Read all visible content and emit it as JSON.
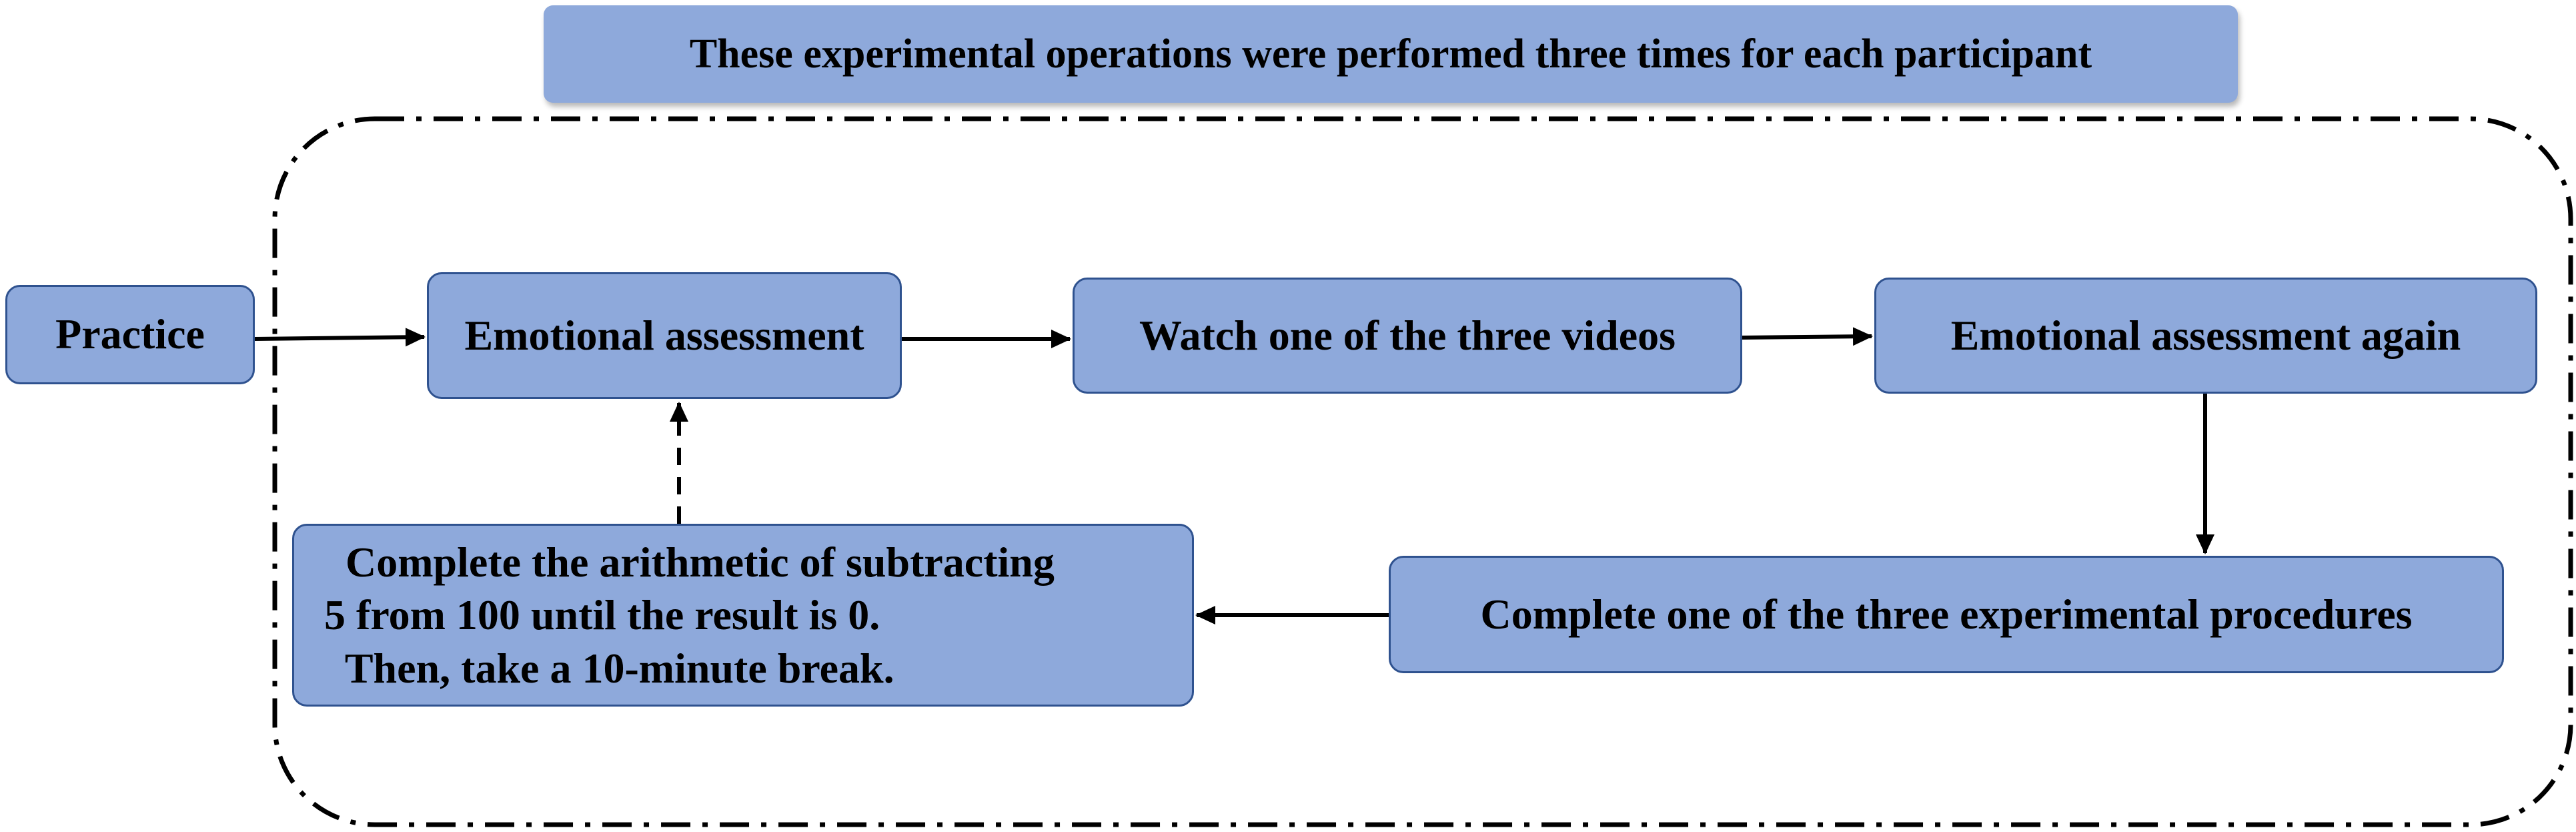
{
  "header": {
    "text": "These experimental operations were performed three times for each participant"
  },
  "nodes": {
    "practice": "Practice",
    "emotional_assessment": "Emotional assessment",
    "watch_video": "Watch one of the three videos",
    "emotional_assessment_again": "Emotional assessment again",
    "experimental_procedures": "Complete one of the three experimental procedures",
    "arithmetic": {
      "line1": "  Complete the arithmetic of subtracting",
      "line2": "5 from 100 until the result is 0.",
      "line3": "  Then, take a 10-minute break."
    }
  },
  "colors": {
    "box_fill": "#8ea9db",
    "box_border": "#2f528f",
    "line": "#000000"
  }
}
